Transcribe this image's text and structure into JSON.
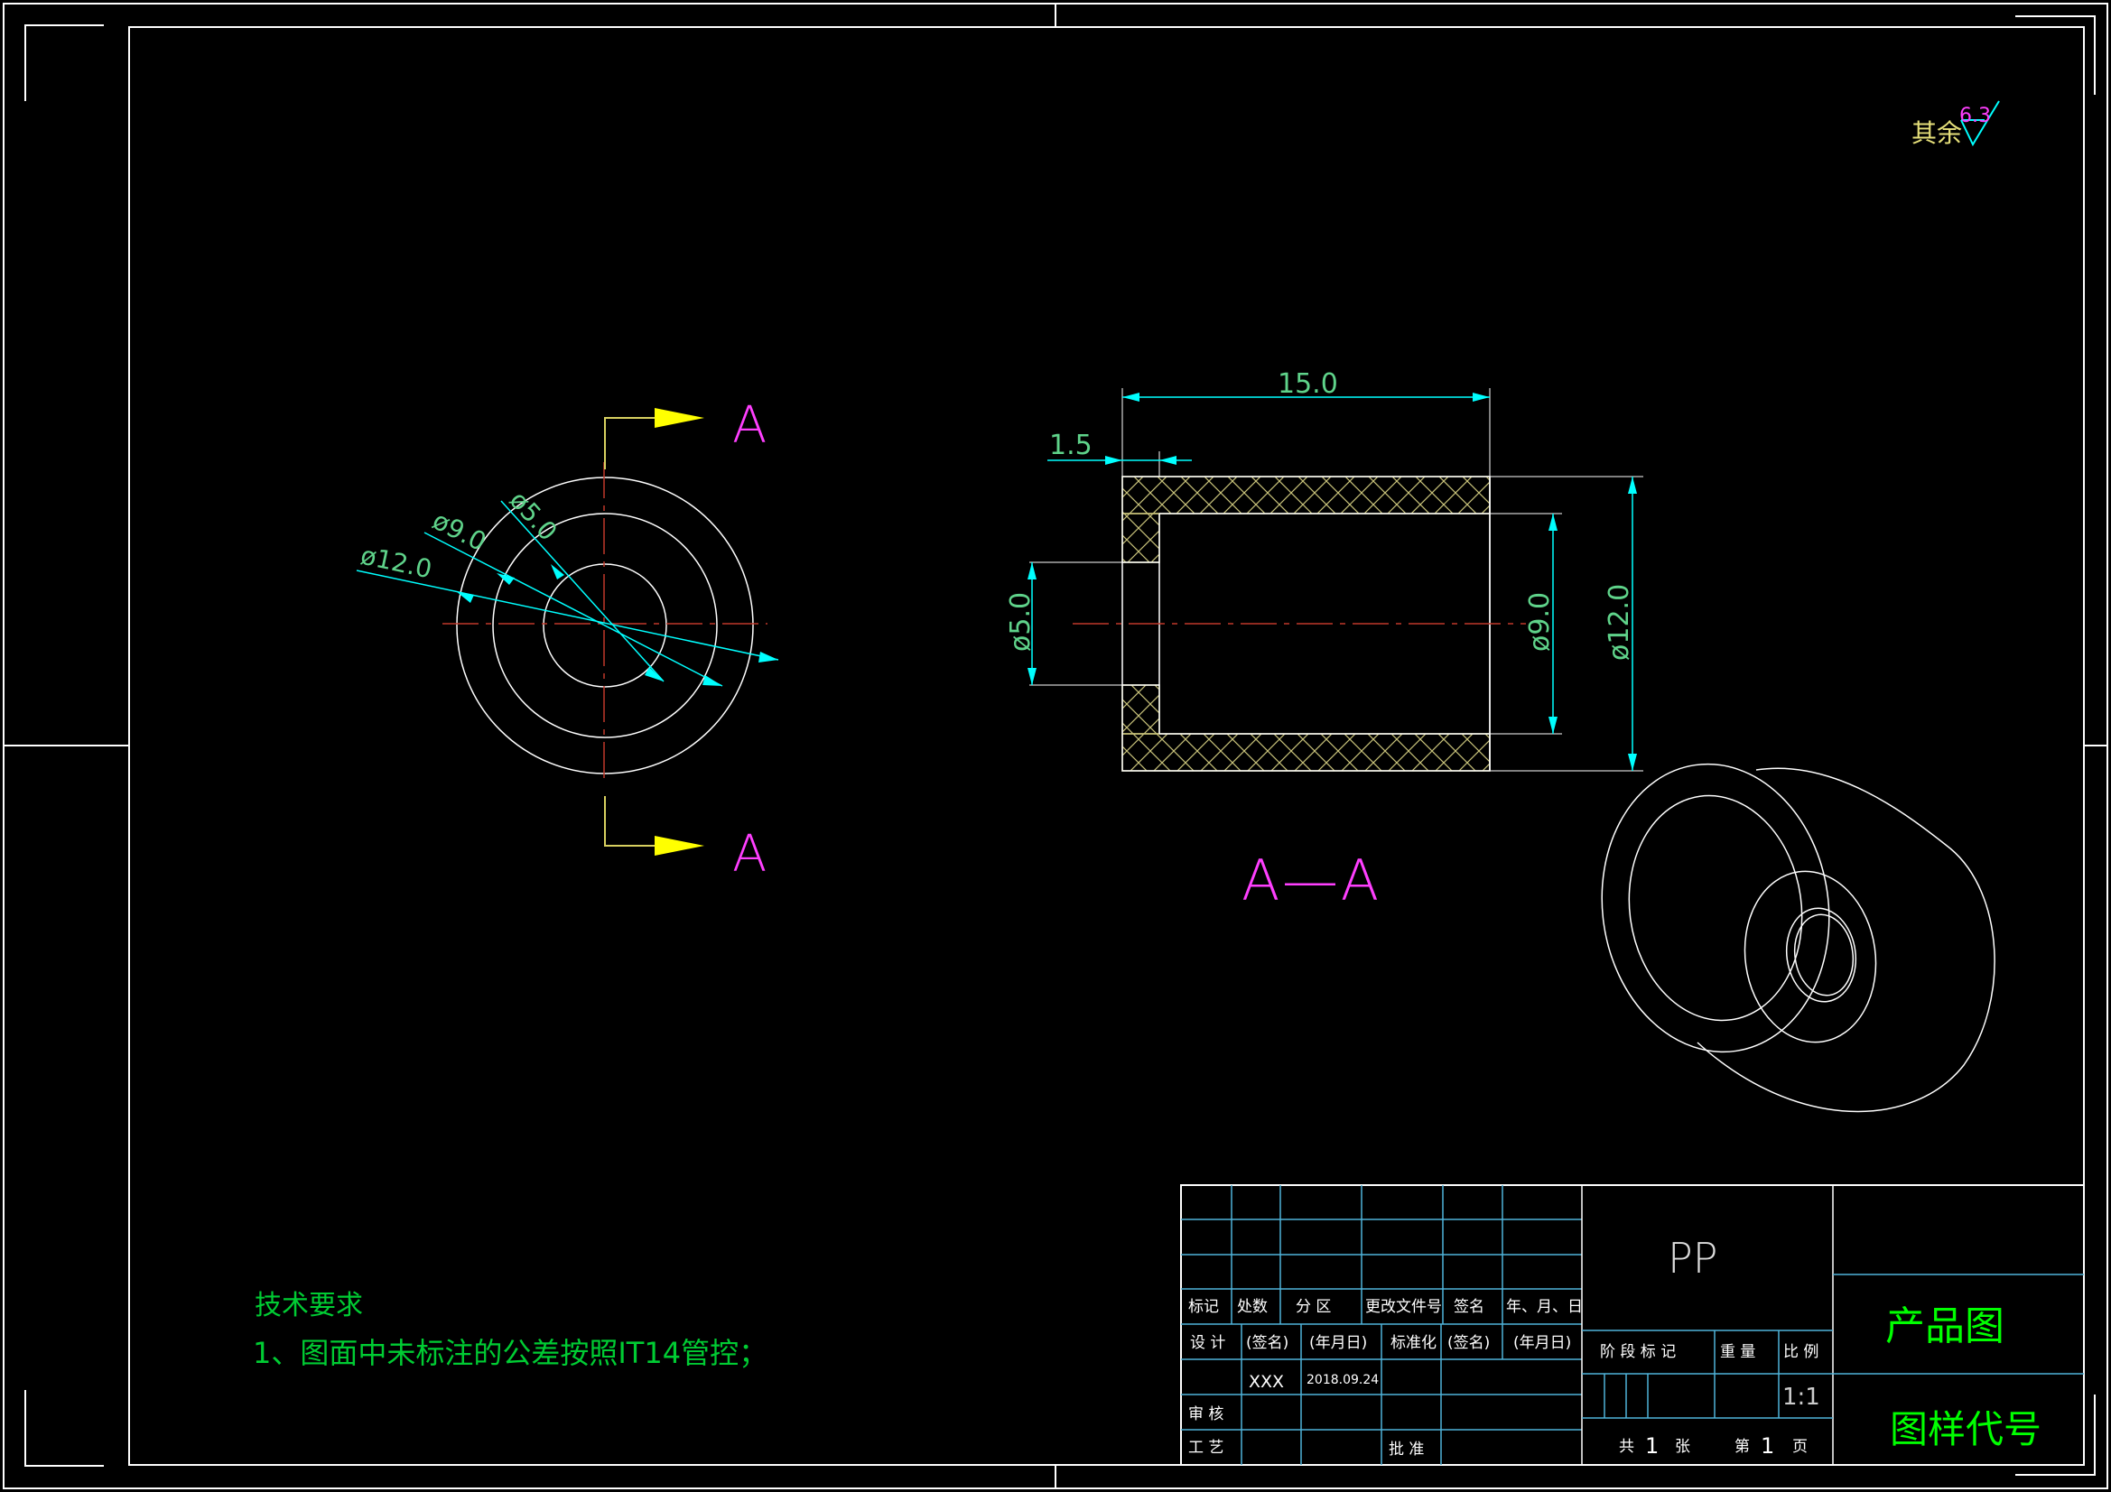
{
  "surface_roughness": {
    "prefix": "其余",
    "value": "6.3"
  },
  "section_markers": {
    "top": "A",
    "bottom": "A",
    "view_label": "A—A"
  },
  "front_view_dims": {
    "d12": "ø12.0",
    "d9": "ø9.0",
    "d5": "ø5.0"
  },
  "section_view_dims": {
    "length": "15.0",
    "wall": "1.5",
    "d5": "ø5.0",
    "d9": "ø9.0",
    "d12": "ø12.0"
  },
  "tech_requirements": {
    "title": "技术要求",
    "item1": "1、图面中未标注的公差按照IT14管控；"
  },
  "title_block": {
    "header": [
      "标记",
      "处数",
      "分 区",
      "更改文件号",
      "签名",
      "年、月、日"
    ],
    "design_row": [
      "设 计",
      "(签名)",
      "(年月日)",
      "标准化",
      "(签名)",
      "(年月日)"
    ],
    "designer": "XXX",
    "design_date": "2018.09.24",
    "review": "审 核",
    "process": "工 艺",
    "approve": "批 准",
    "material": "PP",
    "stage_header": "阶 段 标 记",
    "weight_header": "重 量",
    "scale_header": "比 例",
    "scale_value": "1:1",
    "total_label": "共",
    "total_value": "1",
    "sheet_unit": "张",
    "sheet_label": "第",
    "sheet_value": "1",
    "page_unit": "页",
    "drawing_name": "产品图",
    "drawing_code": "图样代号"
  },
  "colors": {
    "frame": "#ffffff",
    "dimension": "#00ffff",
    "dim_text": "#5fd38a",
    "centerline": "#c0392b",
    "section_marker": "#ff3fff",
    "arrow": "#ffff00",
    "hatch": "#c8c27a",
    "title_green": "#00ff00",
    "grid_line": "#4fb3d9"
  }
}
